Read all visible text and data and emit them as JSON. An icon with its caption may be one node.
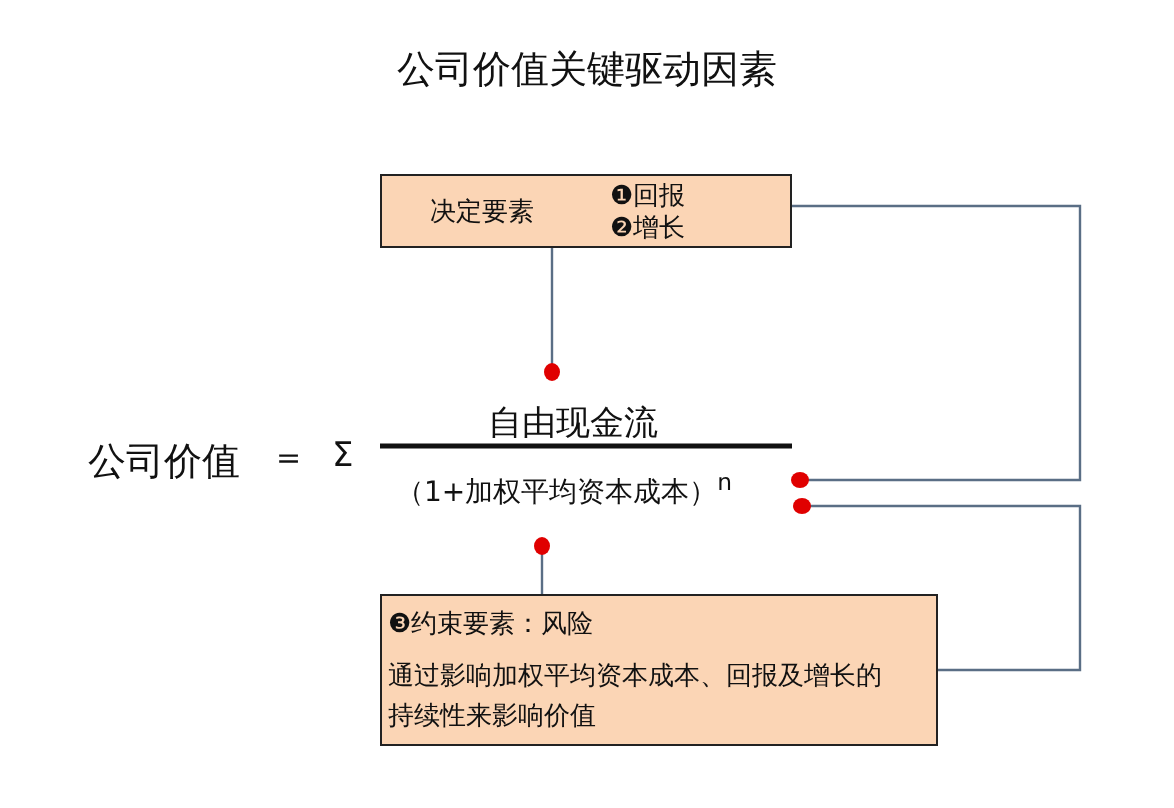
{
  "diagram": {
    "title": "公司价值关键驱动因素",
    "nodes": [
      {
        "text": [
          "决定要素",
          "❶回报",
          "❷增长"
        ]
      },
      {
        "text": [
          "自由现金流"
        ]
      },
      {
        "text": [
          "（1+加权平均资本成本）$^{n}$"
        ]
      },
      {
        "text": [
          "❸约束要素：风险",
          "通过影响加权平均资本成本、回报及增长的持续性来影响价值"
        ]
      }
    ],
    "edges": [
      {
        "from": 0,
        "to": 1,
        "arrow": "other"
      },
      {
        "from": 0,
        "to": 2,
        "arrow": "other"
      },
      {
        "from": 3,
        "to": 2,
        "arrow": "other"
      },
      {
        "from": 3,
        "to": 2,
        "arrow": "other"
      }
    ],
    "labels": [
      "公司价值",
      "=",
      "Σ"
    ]
  }
}
